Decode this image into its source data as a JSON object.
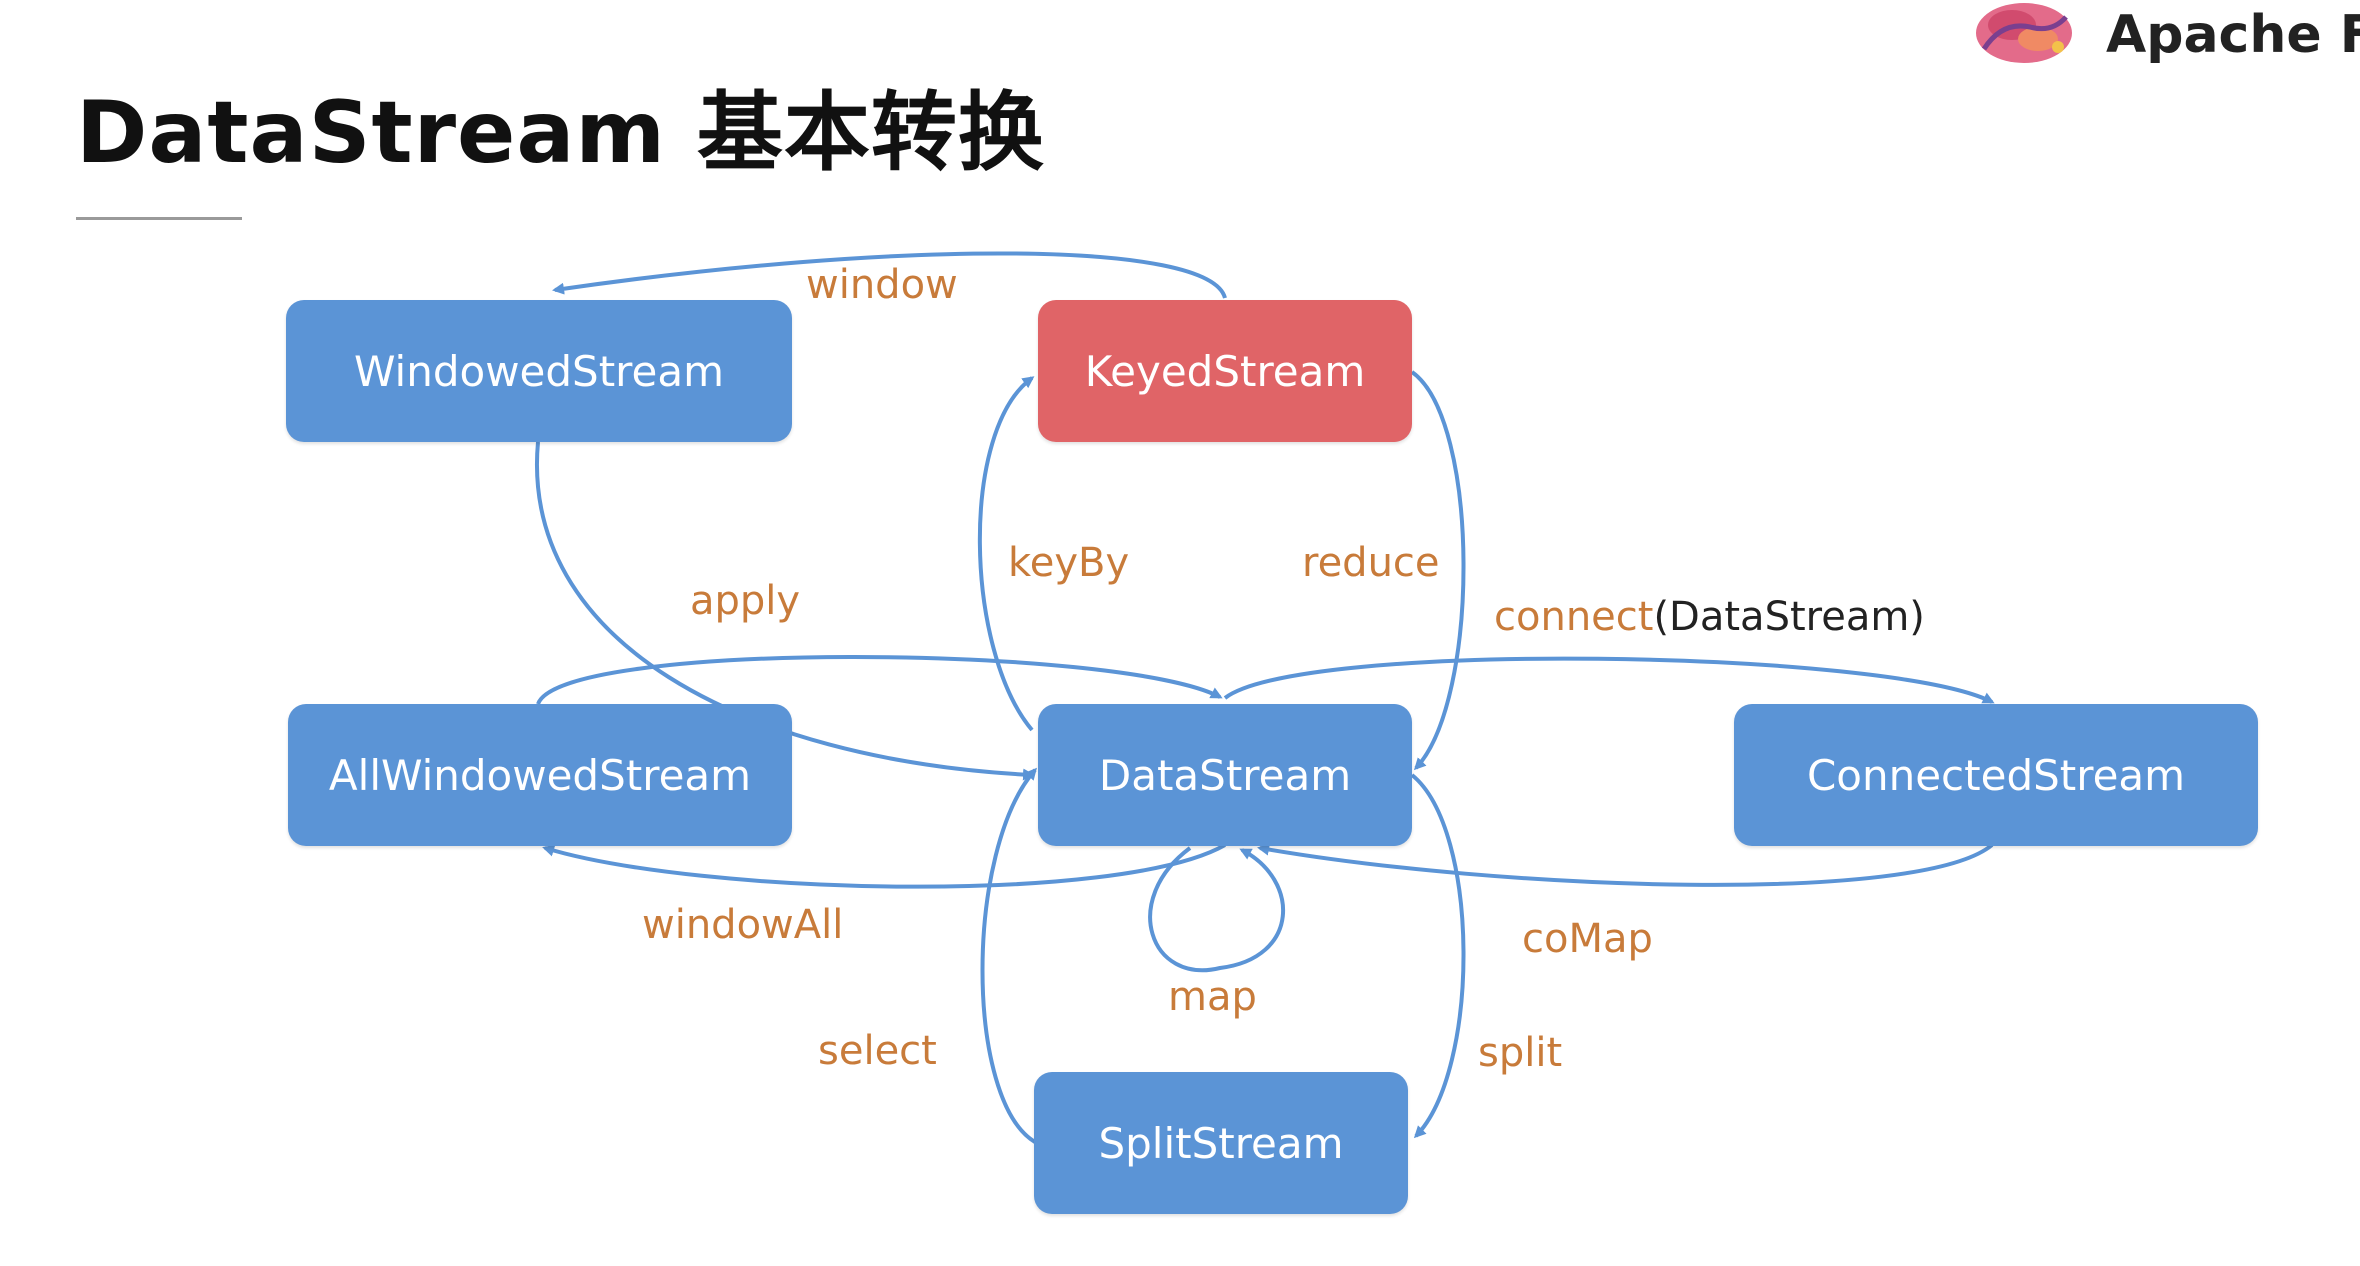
{
  "title": "DataStream 基本转换",
  "brand": {
    "name": "Apache Fli",
    "logo_icon": "flink-squirrel-logo"
  },
  "colors": {
    "node_blue": "#5b94d6",
    "node_red": "#e06467",
    "edge": "#5b94d6",
    "label": "#c87b3a"
  },
  "nodes": {
    "windowed": "WindowedStream",
    "keyed": "KeyedStream",
    "all_windowed": "AllWindowedStream",
    "datastream": "DataStream",
    "connected": "ConnectedStream",
    "split": "SplitStream"
  },
  "edges": {
    "window": "window",
    "apply": "apply",
    "keyby": "keyBy",
    "reduce": "reduce",
    "connect_fn": "connect",
    "connect_arg": "(DataStream)",
    "windowall": "windowAll",
    "comap": "coMap",
    "map": "map",
    "select": "select",
    "split": "split"
  }
}
